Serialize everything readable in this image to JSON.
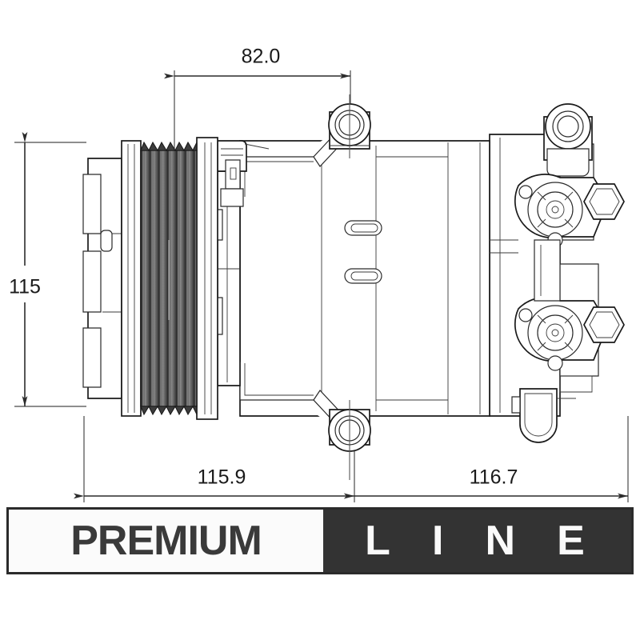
{
  "document": {
    "type": "technical-dimension-drawing",
    "subject": "air-conditioning-compressor"
  },
  "dimensions": {
    "top_width": "82.0",
    "left_height": "115",
    "bottom_left_length": "115.9",
    "bottom_right_length": "116.7"
  },
  "banner": {
    "premium": "PREMIUM",
    "line_letters": [
      "L",
      "I",
      "N",
      "E"
    ],
    "light_bg": "#fbfbfb",
    "dark_bg": "#333333",
    "text_dark": "#3a3a3a",
    "text_light": "#fafafa",
    "border_color": "#2b2b2b"
  },
  "colors": {
    "outline": "#1a1a1a",
    "dimension": "#2b2b2b",
    "extension": "#4a4a4a",
    "background": "#ffffff"
  },
  "components": {
    "pulley": "ribbed-serpentine-pulley",
    "clutch_plate": "clutch-plate",
    "connector": "electrical-connector",
    "front_housing": "front-housing",
    "rear_housing": "rear-housing",
    "mounting_boss_top_front": "mounting-boss",
    "mounting_boss_bottom_front": "mounting-boss",
    "mounting_boss_top_rear": "mounting-boss",
    "port_upper": "hex-port-fitting",
    "port_lower": "hex-port-fitting",
    "oil_plug_tab": "bottom-bracket-tab"
  }
}
